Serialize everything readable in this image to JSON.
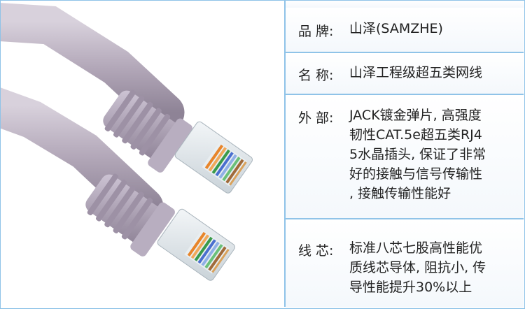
{
  "specs": [
    {
      "key": "品 牌:",
      "value": "山泽(SAMZHE)"
    },
    {
      "key": "名 称:",
      "value": "山泽工程级超五类网线"
    },
    {
      "key": "外 部:",
      "value": "JACK镀金弹片, 高强度\n韧性CAT.5e超五类RJ4\n5水晶插头, 保证了非常\n好的接触与信号传输性\n, 接触传输性能好"
    },
    {
      "key": "线 芯:",
      "value": "标准八芯七股高性能优\n质线芯导体, 阻抗小, 传\n导性能提升30%以上"
    }
  ],
  "colors": {
    "border": "#8fc3e8",
    "cable": "#b9afbf",
    "text": "#222222"
  }
}
